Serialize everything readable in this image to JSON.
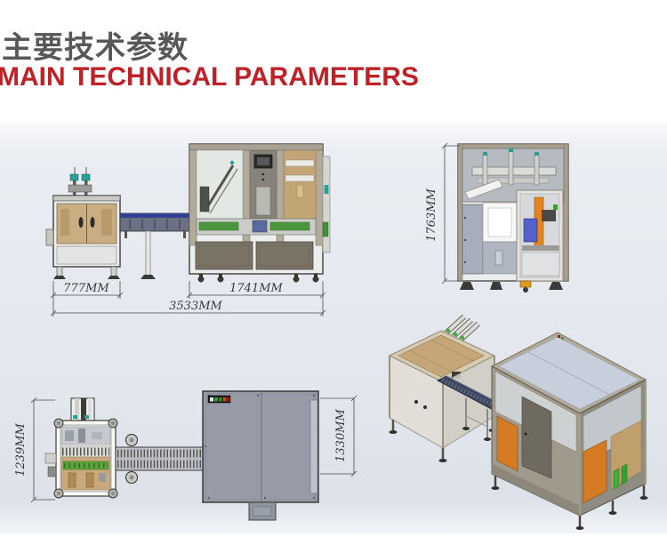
{
  "header": {
    "title_zh": "主要技术参数",
    "title_en": "MAIN TECHNICAL PARAMETERS"
  },
  "colors": {
    "title_zh": "#595757",
    "title_en": "#be2227",
    "canvas_bg": "#e4e8ee",
    "dim_line": "#4a4a4a",
    "machine_frame": "#9b9488",
    "carton_tan": "#c2a06e",
    "accent_orange": "#d97a22",
    "accent_green": "#3f9a3a",
    "accent_teal": "#2a9f96",
    "conveyor_blue": "#31408f",
    "panel_gray": "#969ba7"
  },
  "dims": {
    "front_left_width": "777MM",
    "front_right_width": "1741MM",
    "front_total_length": "3533MM",
    "side_height": "1763MM",
    "top_left_depth": "1239MM",
    "top_right_depth": "1330MM"
  }
}
